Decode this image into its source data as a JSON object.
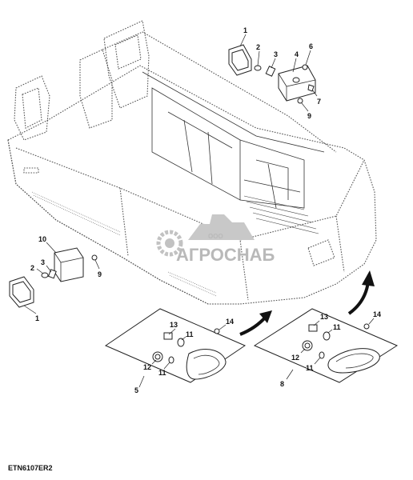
{
  "drawing_code": "ETN6107ER2",
  "watermark": {
    "brand": "АГРОСНАБ",
    "prefix": "ООО"
  },
  "callouts": {
    "tr_1": "1",
    "tr_2": "2",
    "tr_3": "3",
    "tr_4": "4",
    "tr_6": "6",
    "tr_7": "7",
    "tr_9": "9",
    "l_10": "10",
    "l_2": "2",
    "l_3": "3",
    "l_9": "9",
    "l_1": "1",
    "bl_13": "13",
    "bl_11a": "11",
    "bl_12": "12",
    "bl_11b": "11",
    "bl_14": "14",
    "bl_5": "5",
    "br_13": "13",
    "br_11a": "11",
    "br_12": "12",
    "br_11b": "11",
    "br_14": "14",
    "br_8": "8"
  },
  "colors": {
    "line": "#222222",
    "body_outline": "#555555",
    "watermark": "#b9b9b9",
    "hatch": "#444444"
  }
}
